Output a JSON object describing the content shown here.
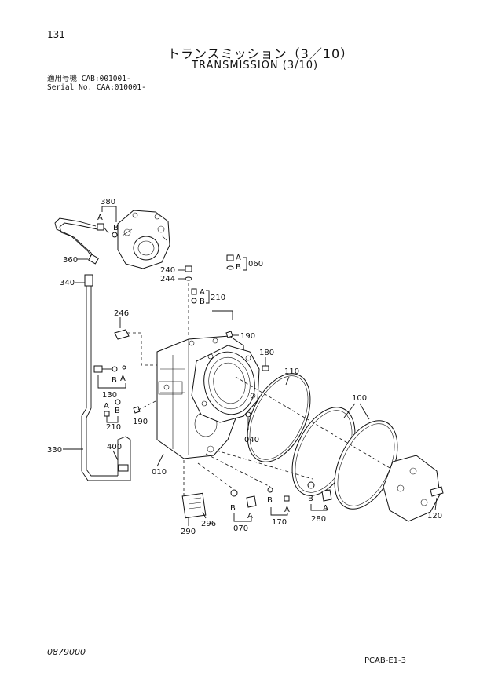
{
  "page": {
    "number": "131",
    "title_jp": "トランスミッション（3／10）",
    "title_en": "TRANSMISSION (3/10)",
    "serial_line1": "適用号機 CAB:001001-",
    "serial_line2": "Serial No. CAA:010001-",
    "doc_code": "0879000",
    "page_ref": "PCAB-E1-3"
  },
  "callouts": {
    "c380": "380",
    "c360": "360",
    "c340": "340",
    "c246": "246",
    "c240": "240",
    "c244": "244",
    "c060": "060",
    "c210a": "210",
    "c190a": "190",
    "c180": "180",
    "c110": "110",
    "c100": "100",
    "c130": "130",
    "c210b": "210",
    "c190b": "190",
    "c330": "330",
    "c400": "400",
    "c010": "010",
    "c040": "040",
    "c290": "290",
    "c296": "296",
    "c070": "070",
    "c170": "170",
    "c280": "280",
    "c120": "120"
  },
  "letters": {
    "a": "A",
    "b": "B"
  }
}
